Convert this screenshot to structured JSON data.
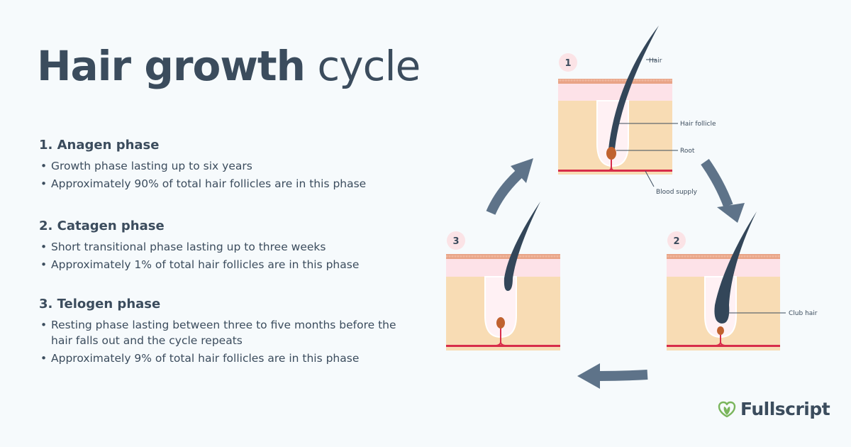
{
  "title": {
    "bold": "Hair growth",
    "light": "cycle"
  },
  "phases": [
    {
      "heading": "1. Anagen phase",
      "bullets": [
        "Growth phase lasting up to six years",
        "Approximately 90% of total hair follicles are in this phase"
      ]
    },
    {
      "heading": "2. Catagen phase",
      "bullets": [
        "Short transitional phase lasting up to three weeks",
        "Approximately 1% of total hair follicles are in this phase"
      ]
    },
    {
      "heading": "3. Telogen phase",
      "bullets": [
        "Resting phase lasting between three to five months before the hair falls out and the cycle repeats",
        "Approximately 9% of total hair follicles are in this phase"
      ]
    }
  ],
  "diagram": {
    "stage_numbers": [
      "1",
      "2",
      "3"
    ],
    "labels": {
      "hair": "Hair",
      "hair_follicle": "Hair follicle",
      "root": "Root",
      "blood_supply": "Blood supply",
      "club_hair": "Club hair"
    },
    "colors": {
      "skin_top": "#e9a487",
      "epidermis": "#fde2e8",
      "dermis": "#f8dcb4",
      "follicle": "#fff1f4",
      "hair": "#334659",
      "root": "#c0622f",
      "blood": "#d72d4a",
      "arrow": "#5e7389",
      "badge": "#fbe3e6"
    }
  },
  "brand": {
    "name": "Fullscript",
    "icon": "leaf-heart-icon",
    "color": "#7ab55c"
  }
}
